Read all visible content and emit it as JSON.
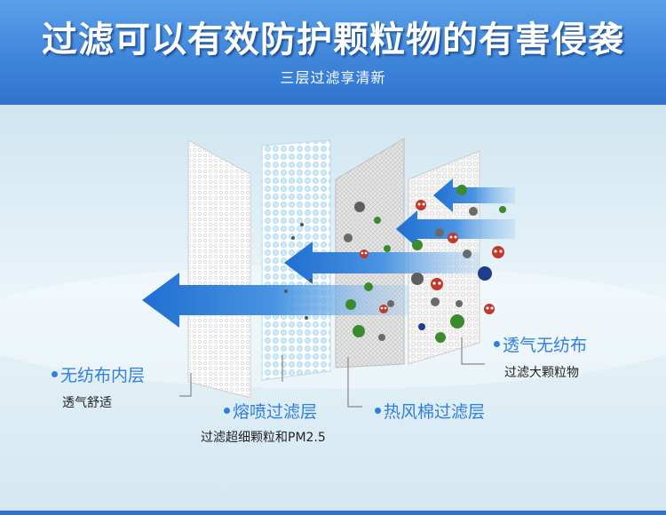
{
  "header": {
    "title": "过滤可以有效防护颗粒物的有害侵袭",
    "subtitle": "三层过滤享清新"
  },
  "layers": [
    {
      "name": "无纺布内层",
      "desc": "透气舒适"
    },
    {
      "name": "熔喷过滤层",
      "desc": "过滤超细颗粒和PM2.5"
    },
    {
      "name": "热风棉过滤层",
      "desc": ""
    },
    {
      "name": "透气无纺布",
      "desc": "过滤大颗粒物"
    }
  ],
  "colors": {
    "header_blue": "#3f86dc",
    "label_blue": "#2e7fe0",
    "arrow_blue": "#2f7fd8",
    "particle_green": "#3c8a2e",
    "particle_gray": "#6a6a6a",
    "germ_red": "#c0392b"
  }
}
